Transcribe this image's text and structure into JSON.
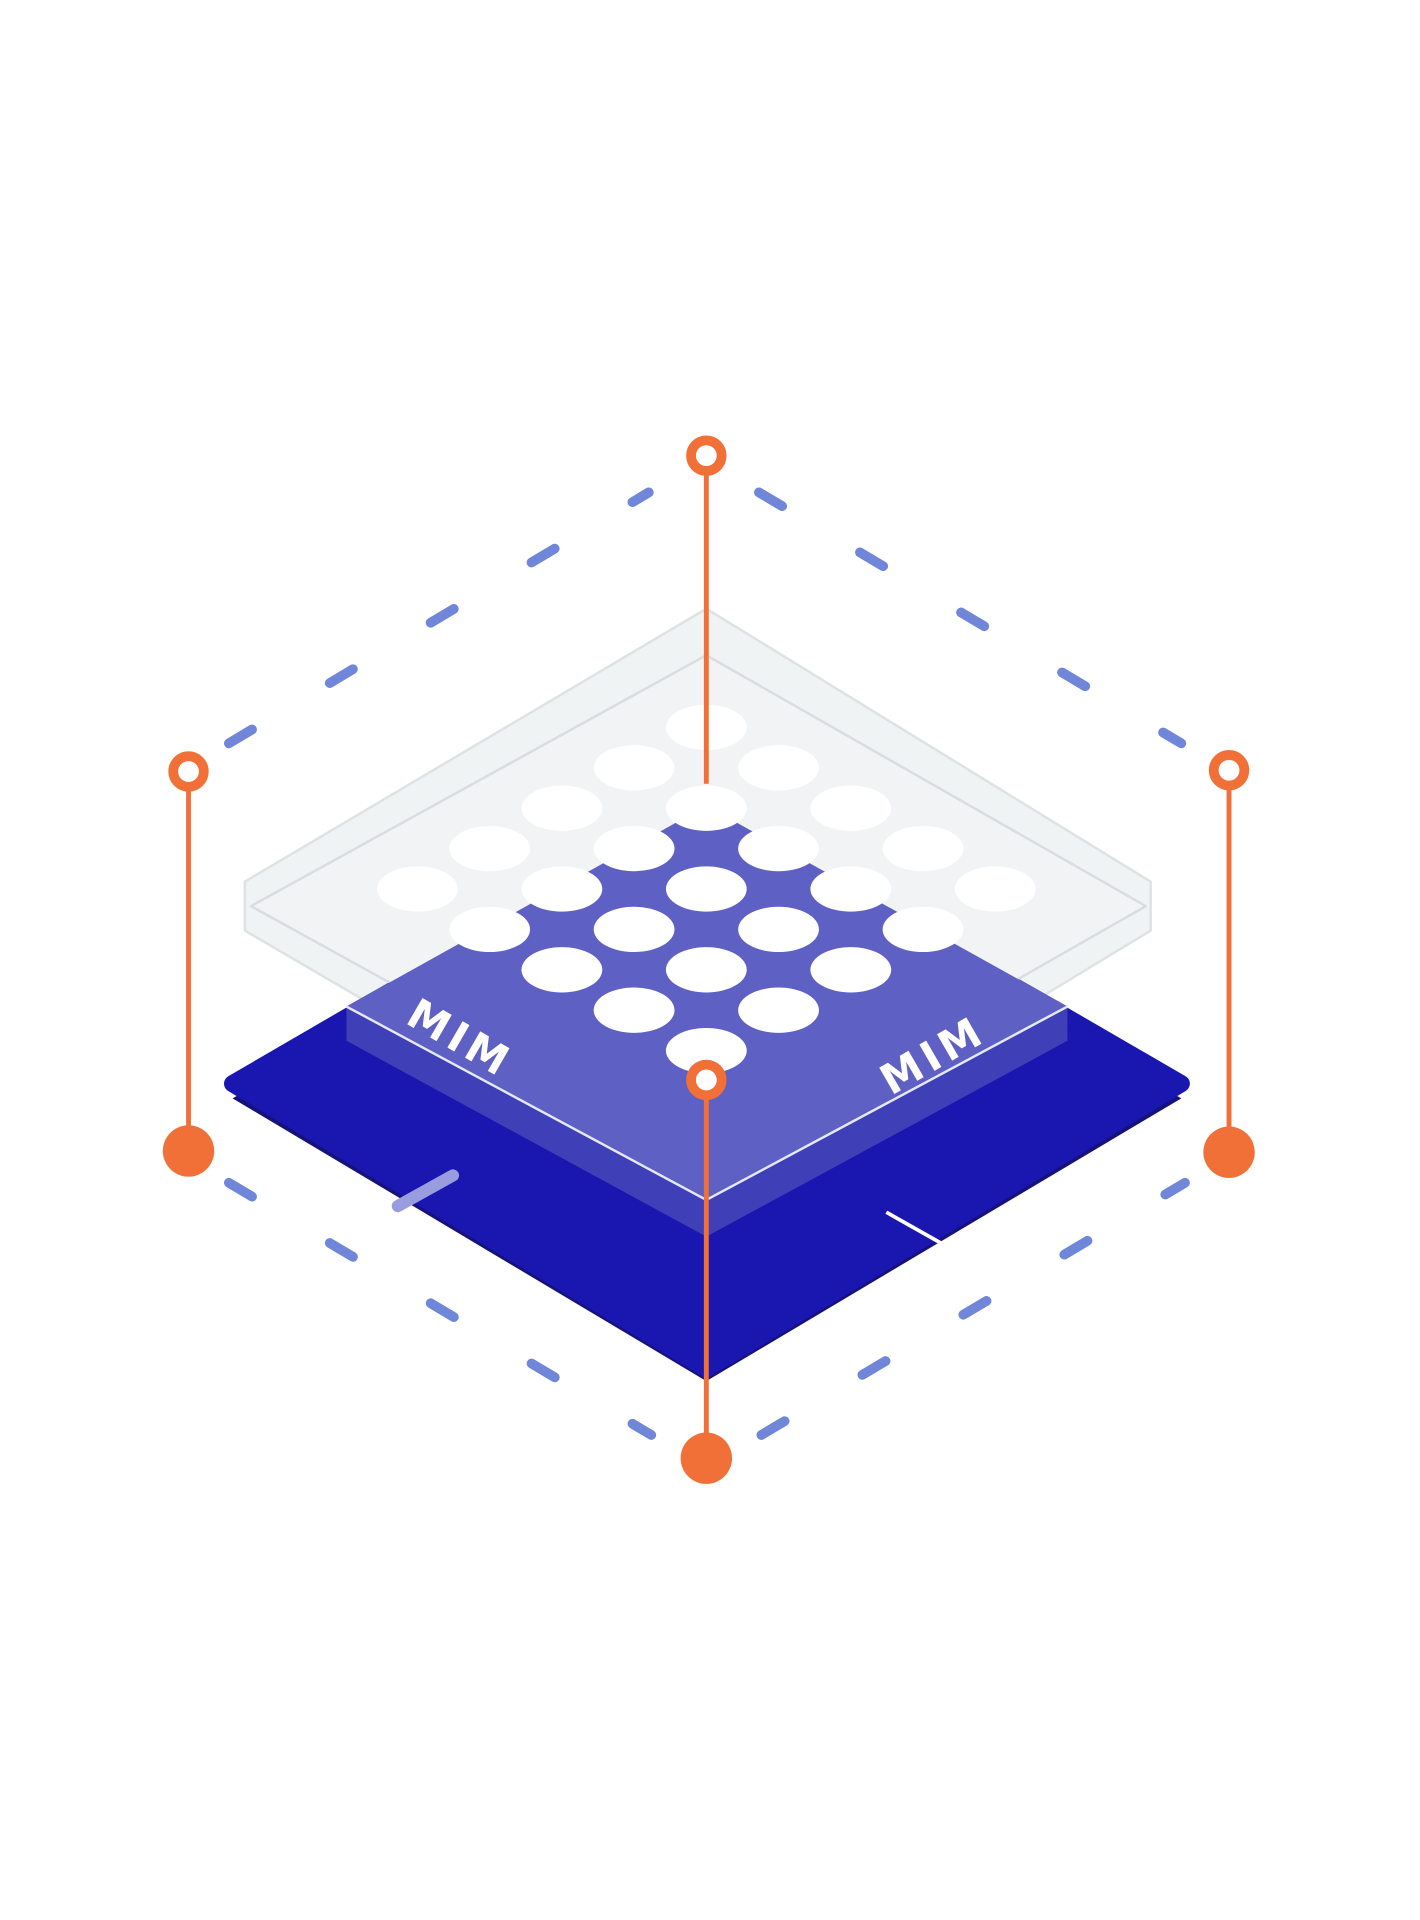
{
  "illustration": {
    "subject": "well-plate",
    "logo_text": "MIM",
    "well_grid": {
      "rows": 5,
      "cols": 5
    },
    "colors": {
      "base": "#1a16b0",
      "base_edge": "#15127a",
      "insert": "#5e60c4",
      "lid": "#eef1f3",
      "lid_stroke": "#d9dde0",
      "well": "#ffffff",
      "pin": "#f07038",
      "dash": "#6f86d9"
    }
  }
}
